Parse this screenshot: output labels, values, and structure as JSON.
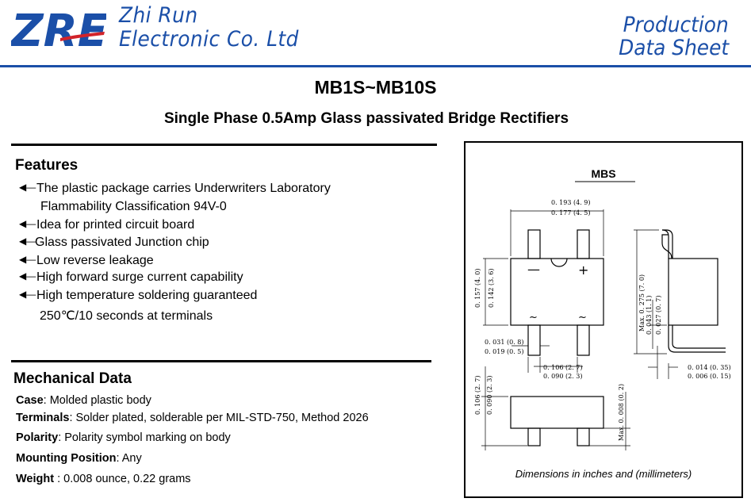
{
  "header": {
    "logo_text": "ZRE",
    "company_line1": "Zhi Run",
    "company_line2": "Electronic Co. Ltd",
    "doc_type_line1": "Production",
    "doc_type_line2": "Data Sheet"
  },
  "title": "MB1S~MB10S",
  "subtitle": "Single Phase 0.5Amp Glass passivated Bridge Rectifiers",
  "features": {
    "heading": "Features",
    "items": [
      {
        "text": "The plastic package carries Underwriters Laboratory",
        "cont": "Flammability Classification 94V-0"
      },
      {
        "text": "Idea for printed circuit board",
        "cont": ""
      },
      {
        "text": "Glass passivated Junction chip",
        "cont": ""
      },
      {
        "text": "Low reverse leakage",
        "cont": ""
      },
      {
        "text": "High forward surge current capability",
        "cont": ""
      },
      {
        "text": "High temperature soldering guaranteed",
        "cont": "250℃/10 seconds at terminals"
      }
    ]
  },
  "mechanical": {
    "heading": "Mechanical  Data",
    "rows": [
      {
        "label": "Case",
        "value": ": Molded plastic body"
      },
      {
        "label": "Terminals",
        "value": ": Solder plated, solderable per MIL-STD-750, Method 2026"
      },
      {
        "label": "Polarity",
        "value": ": Polarity symbol  marking on body"
      },
      {
        "label": "Mounting Position",
        "value": ": Any"
      },
      {
        "label": "Weight",
        "value": " : 0.008 ounce, 0.22 grams"
      }
    ]
  },
  "drawing": {
    "package": "MBS",
    "dims": {
      "width_top": "0. 193 (4. 9)",
      "width_bot": "0. 177 (4. 5)",
      "height_left_a": "0. 157 (4. 0)",
      "height_left_b": "0. 142 (3. 6)",
      "pin_w_a": "0. 031 (0. 8)",
      "pin_w_b": "0. 019 (0. 5)",
      "pitch_a": "0. 106 (2. 7)",
      "pitch_b": "0. 090 (2. 3)",
      "max_len": "Max. 0. 275 (7. 0)",
      "lead_a": "0. 043 (1. 1)",
      "lead_b": "0. 027 (0. 7)",
      "lead_t_a": "0. 014 (0. 35)",
      "lead_t_b": "0. 006 (0. 15)",
      "body_h_a": "0. 106 (2. 7)",
      "body_h_b": "0. 090 (2. 3)",
      "standoff": "Max. 0. 008 (0. 2)",
      "plus_mark": "+",
      "minus_mark": "—",
      "ac_mark": "~"
    },
    "caption": "Dimensions in inches and (millimeters)"
  },
  "colors": {
    "brand_blue": "#1b4fa8",
    "logo_red": "#d2232a"
  }
}
